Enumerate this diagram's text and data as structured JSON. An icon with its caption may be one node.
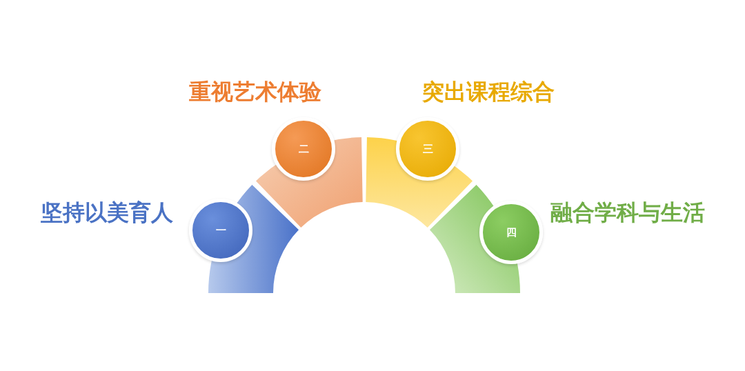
{
  "diagram": {
    "nodes": [
      {
        "text": [
          "一"
        ],
        "beside": [
          "坚持以美育人"
        ]
      },
      {
        "text": [
          "二"
        ],
        "beside": [
          "重视艺术体验"
        ]
      },
      {
        "text": [
          "三"
        ],
        "beside": [
          "突出课程综合"
        ]
      },
      {
        "text": [
          "四"
        ],
        "beside": [
          "融合学科与生活"
        ]
      }
    ]
  }
}
